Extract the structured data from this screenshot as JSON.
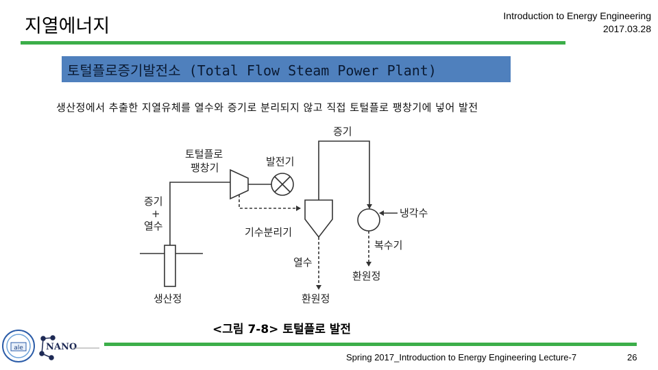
{
  "header": {
    "title": "지열에너지",
    "course": "Introduction to Energy Engineering",
    "date": "2017.03.28"
  },
  "section": {
    "banner": "토털플로증기발전소 (Total Flow Steam Power Plant)"
  },
  "description": "생산정에서 추출한 지열유체를 열수와 증기로 분리되지 않고 직접 토털플로 팽창기에 넣어 발전",
  "diagram": {
    "labels": {
      "expander_line1": "토털플로",
      "expander_line2": "팽창기",
      "generator": "발전기",
      "steam_top": "증기",
      "steam_in_line1": "증기",
      "steam_in_line2": "+",
      "steam_in_line3": "열수",
      "cooling_water": "냉각수",
      "separator": "기수분리기",
      "condenser": "복수기",
      "hot_water": "열수",
      "reinjection_right": "환원정",
      "reinjection_bottom": "환원정",
      "production_well": "생산정"
    },
    "caption": "<그림 7-8> 토털플로 발전"
  },
  "footer": {
    "text": "Spring 2017_Introduction to Energy Engineering Lecture-7",
    "page": "26"
  },
  "logos": {
    "seal_text": "ale",
    "nano_text": "NANO"
  },
  "colors": {
    "accent_green": "#3cae49",
    "banner_blue": "#4f80bd"
  }
}
